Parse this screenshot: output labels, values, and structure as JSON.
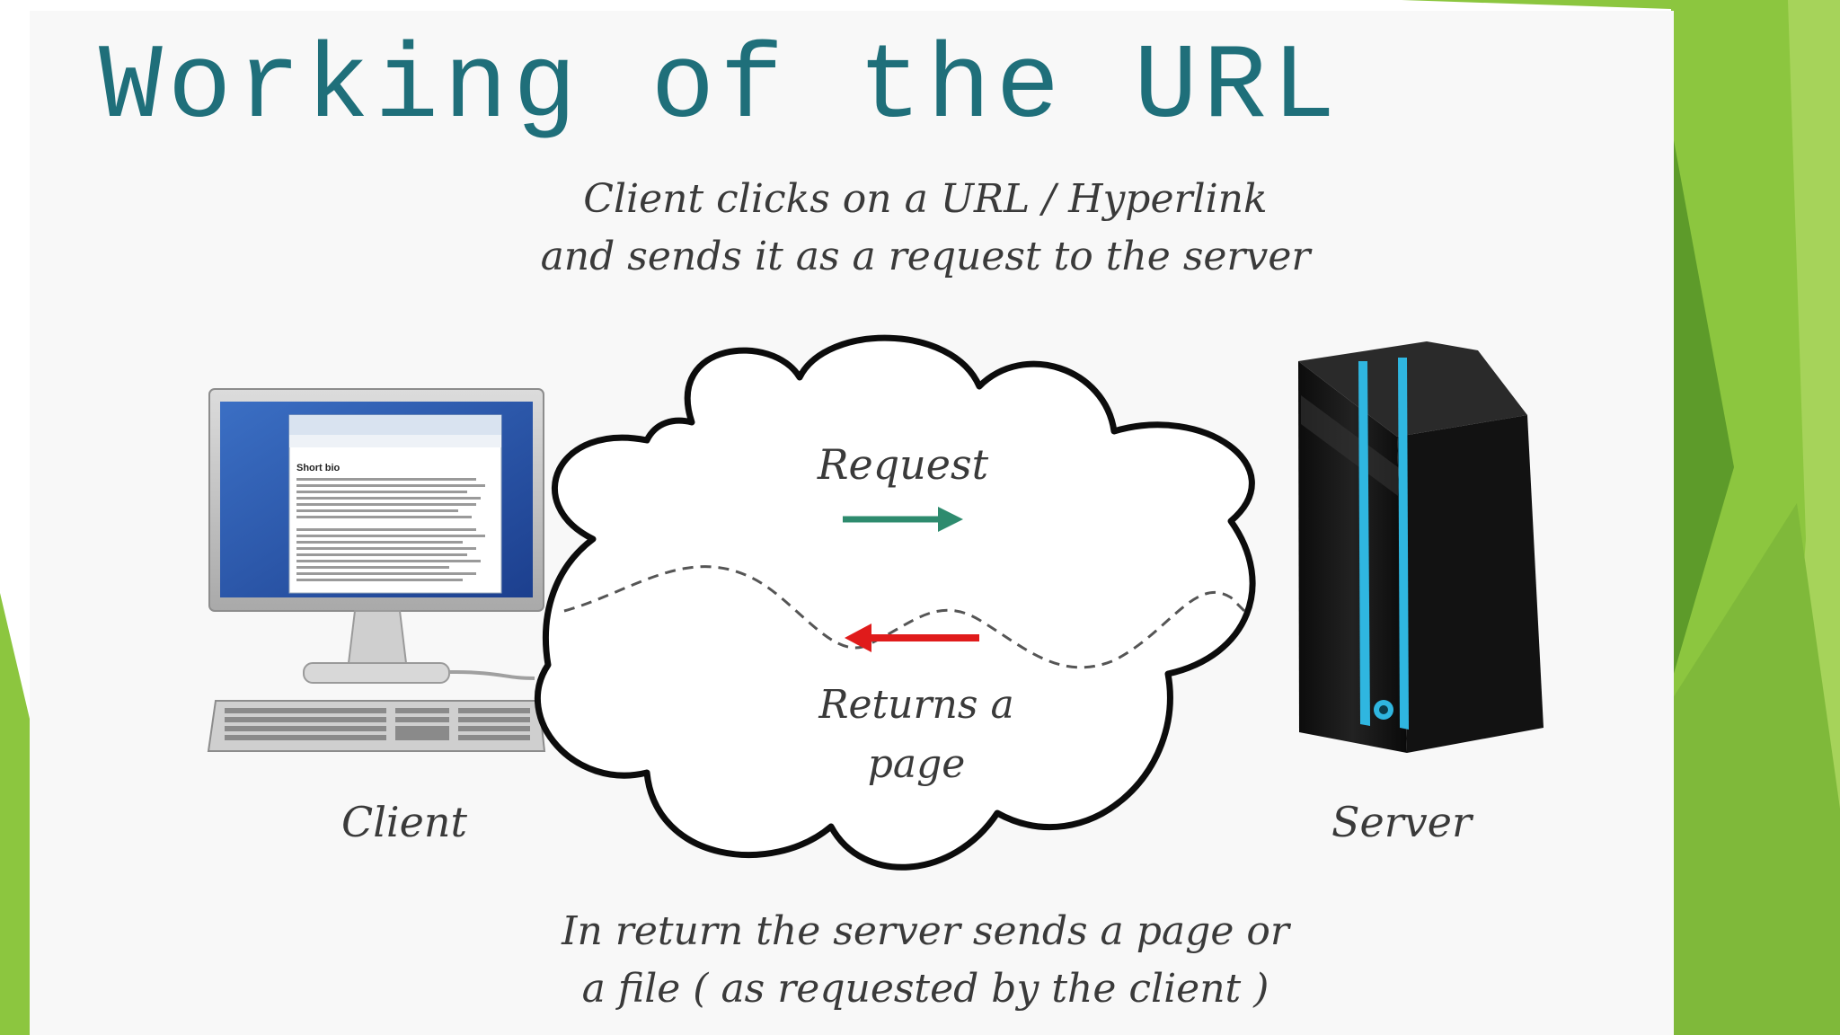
{
  "slide": {
    "title": "Working of the URL",
    "top_caption": [
      "Client clicks on a URL / Hyperlink",
      "and sends it as a request to the server"
    ],
    "bottom_caption": [
      "In return the server sends a page or",
      "a file ( as requested by the client )"
    ]
  },
  "diagram": {
    "request_label": "Request",
    "response_label": [
      "Returns a",
      "page"
    ],
    "client_label": "Client",
    "server_label": "Server",
    "screen_heading": "Short bio",
    "colors": {
      "title": "#1f6f7a",
      "request_arrow": "#2e8b6e",
      "response_arrow": "#e01b1b",
      "server_stripe": "#2fb6e0",
      "accent_green": "#8cc63f"
    },
    "icons": [
      "computer-icon",
      "cloud-icon",
      "server-icon"
    ]
  }
}
